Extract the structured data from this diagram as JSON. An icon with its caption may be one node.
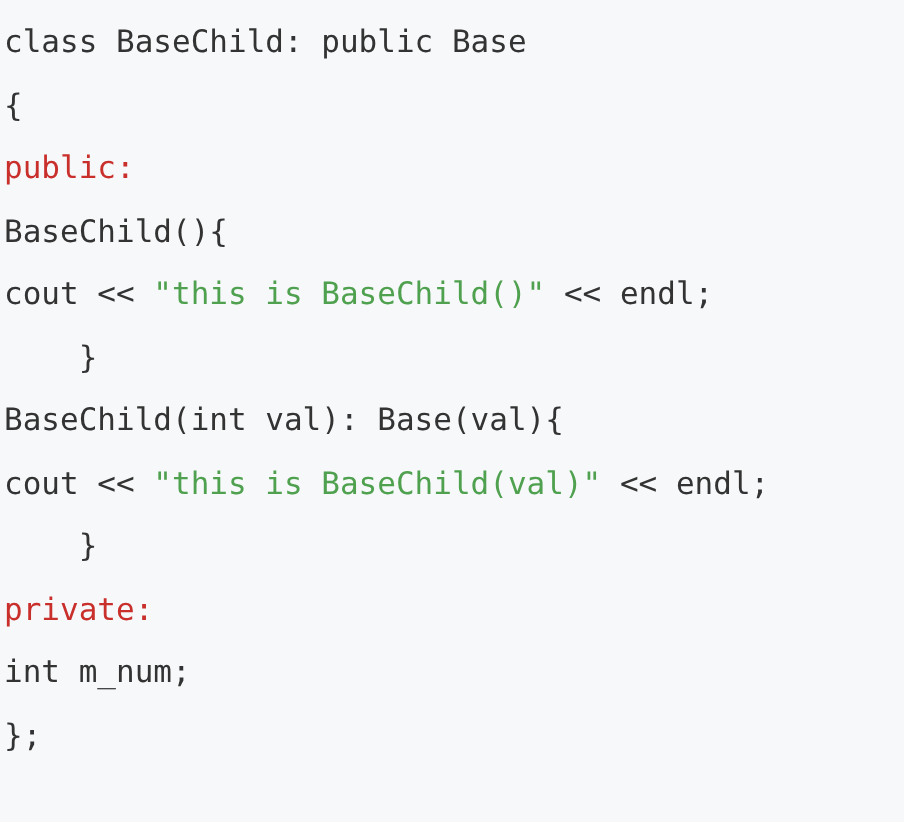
{
  "diagram": {
    "labels": [
      "class BaseChild: public Base",
      "{",
      "public:",
      "BaseChild(){",
      "cout << \"this is BaseChild()\" << endl;",
      "    }",
      "BaseChild(int val): Base(val){",
      "cout << \"this is BaseChild(val)\" << endl;",
      "    }",
      "private:",
      "int m_num;",
      "};"
    ]
  }
}
